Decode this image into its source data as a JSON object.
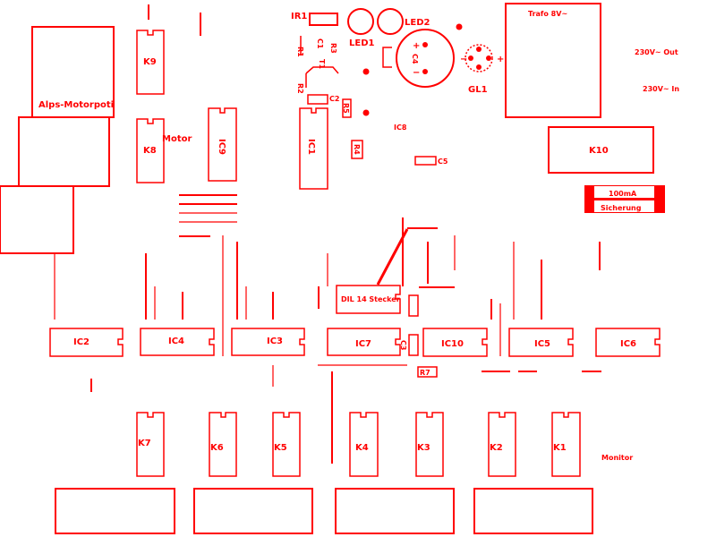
{
  "board": {
    "color": "#ff0000",
    "labels": {
      "alps": "Alps-Motorpoti",
      "k9": "K9",
      "k8": "K8",
      "motor": "Motor",
      "ic9": "IC9",
      "ir1": "IR1",
      "led1": "LED1",
      "led2": "LED2",
      "c4": "C4",
      "gl1": "GL1",
      "c4_plus": "+",
      "c4_minus": "−",
      "gl1_minus": "−",
      "gl1_plus": "+",
      "r1": "R1",
      "c1": "C1",
      "r3": "R3",
      "t1": "T1",
      "r2": "R2",
      "c2": "C2",
      "r5": "R5",
      "ic1": "IC1",
      "ic8": "IC8",
      "r4": "R4",
      "c5": "C5",
      "trafo": "Trafo 8V~",
      "out": "230V~ Out",
      "in": "230V~ In",
      "k10": "K10",
      "fuse_rating": "100mA",
      "fuse_name": "Sicherung",
      "dil": "DIL 14 Stecker",
      "c3": "C3",
      "r7": "R7",
      "ic2": "IC2",
      "ic4": "IC4",
      "ic3": "IC3",
      "ic7": "IC7",
      "ic10": "IC10",
      "ic5": "IC5",
      "ic6": "IC6",
      "k7": "K7",
      "k6": "K6",
      "k5": "K5",
      "k4": "K4",
      "k3": "K3",
      "k2": "K2",
      "k1": "K1",
      "monitor": "Monitor"
    }
  }
}
